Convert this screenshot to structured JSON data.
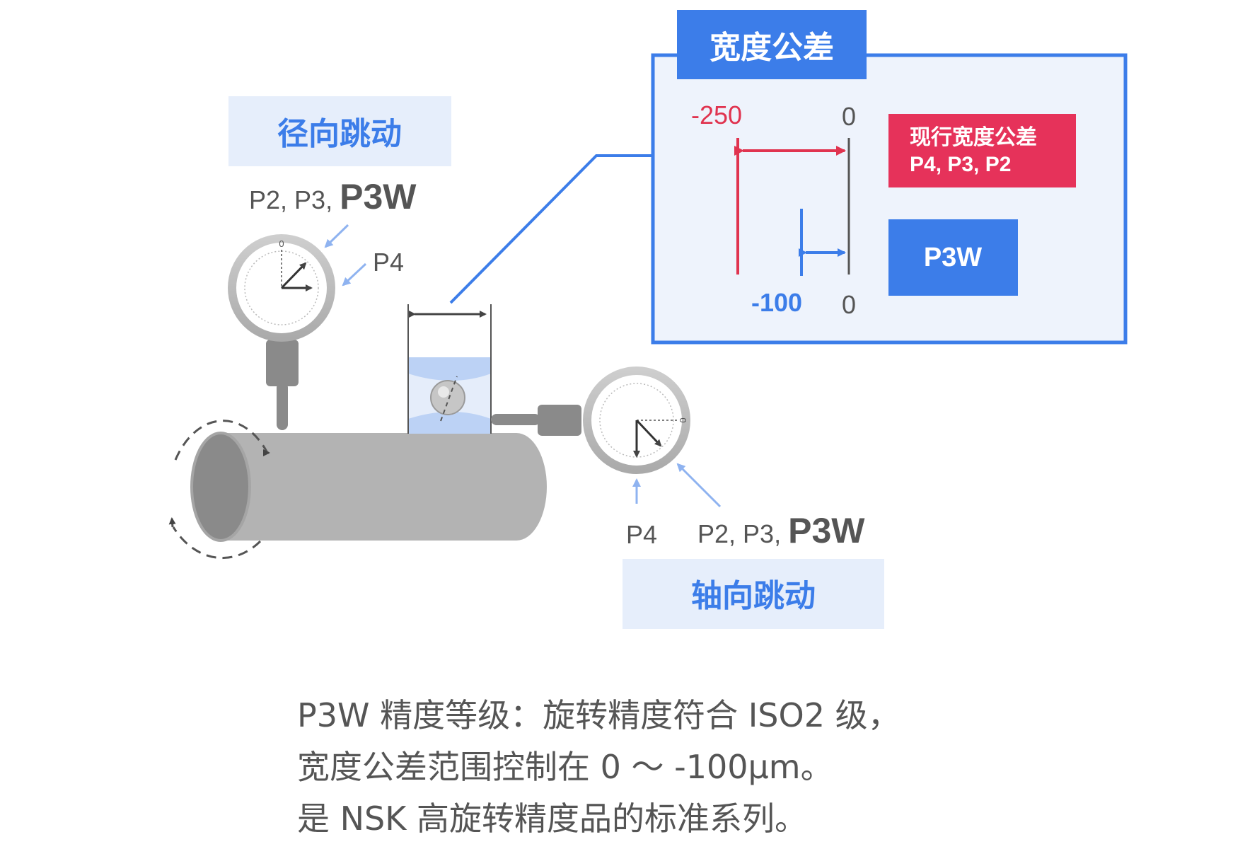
{
  "radial_runout": {
    "label": "径向跳动",
    "grades_prefix": "P2, P3,",
    "grade_highlight": "P3W",
    "grade_other": "P4"
  },
  "axial_runout": {
    "label": "轴向跳动",
    "grades_prefix": "P2, P3,",
    "grade_highlight": "P3W",
    "grade_other": "P4"
  },
  "dial_zero": "0",
  "width_tolerance": {
    "title": "宽度公差",
    "current_range": {
      "min": "-250",
      "max": "0"
    },
    "p3w_range": {
      "min": "-100",
      "max": "0"
    },
    "current_badge": {
      "line1": "现行宽度公差",
      "line2": "P4, P3, P2"
    },
    "p3w_badge": "P3W"
  },
  "caption": [
    "P3W 精度等级：旋转精度符合 ISO2 级，",
    "宽度公差范围控制在 0 ～ -100μm。",
    "是 NSK 高旋转精度品的标准系列。"
  ],
  "colors": {
    "blue": "#3c7de9",
    "red": "#e0334f",
    "light_blue_bg": "#e6eefb",
    "gray": "#b3b3b3"
  }
}
